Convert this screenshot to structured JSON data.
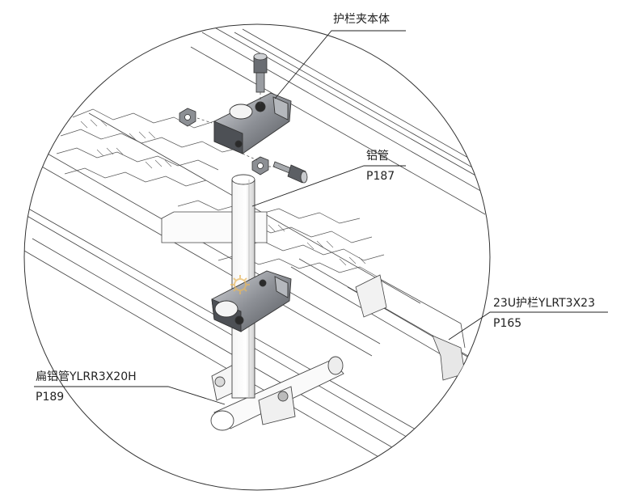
{
  "labels": {
    "clamp_body": "护栏夹本体",
    "alu_tube": "铝管",
    "alu_tube_page": "P187",
    "guardrail": "23U护栏YLRT3X23",
    "guardrail_page": "P165",
    "flat_tube": "扁铝管YLRR3X20H",
    "flat_tube_page": "P189"
  }
}
